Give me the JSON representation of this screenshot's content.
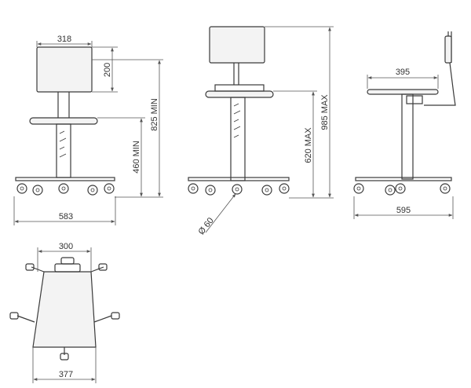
{
  "dimensions": {
    "front_seat_width": "318",
    "front_back_height": "200",
    "front_height_min": "825 MIN",
    "front_seat_height_min": "460 MIN",
    "front_base_width": "583",
    "side_height_max": "985 MAX",
    "side_seat_height_max": "620 MAX",
    "caster_diameter": "Ø 60",
    "profile_seat_depth": "395",
    "profile_base_depth": "595",
    "top_seat_width": "300",
    "top_base_width": "377"
  },
  "colors": {
    "line": "#3a3a3a",
    "background": "#ffffff"
  }
}
